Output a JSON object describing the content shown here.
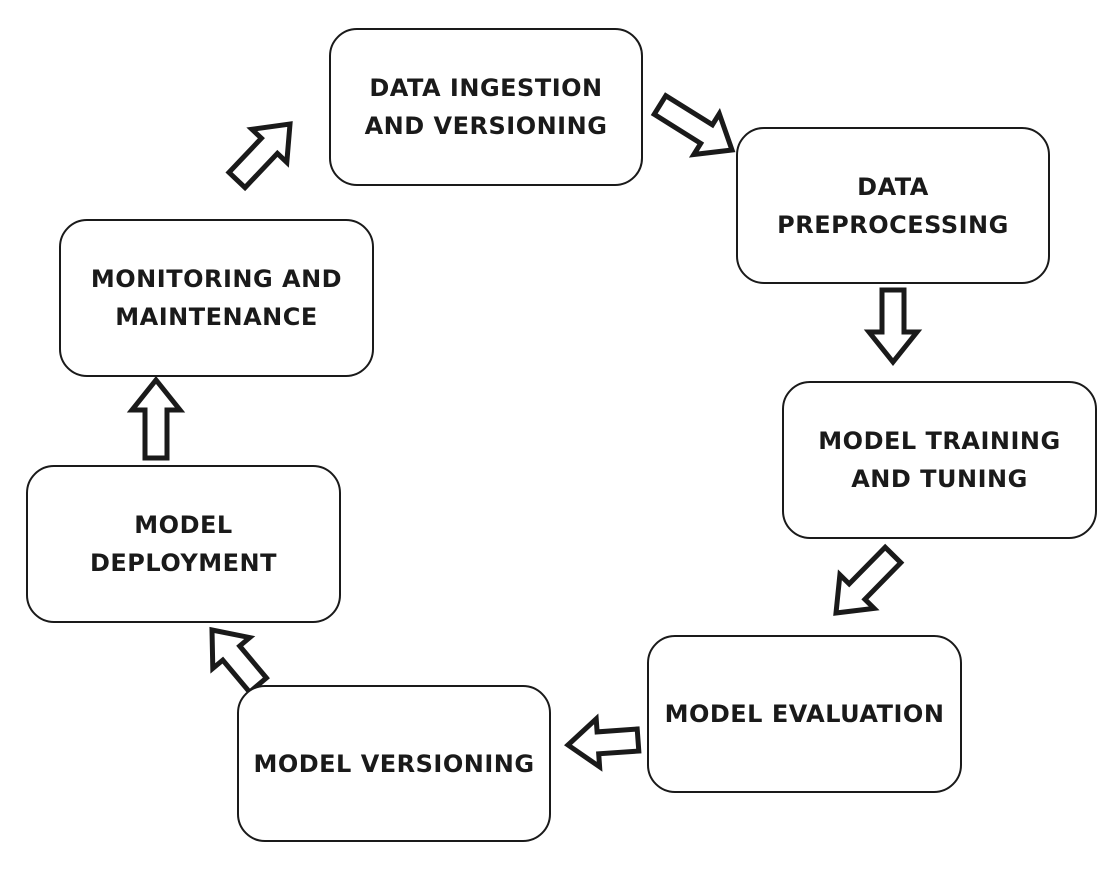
{
  "colors": {
    "stroke": "#1a1a1a",
    "fill": "#ffffff",
    "text": "#1a1a1a"
  },
  "stages": [
    {
      "lines": [
        "DATA INGESTION",
        "AND VERSIONING"
      ]
    },
    {
      "lines": [
        "DATA",
        "PREPROCESSING"
      ]
    },
    {
      "lines": [
        "MODEL TRAINING",
        "AND TUNING"
      ]
    },
    {
      "lines": [
        "MODEL EVALUATION"
      ]
    },
    {
      "lines": [
        "MODEL VERSIONING"
      ]
    },
    {
      "lines": [
        "MODEL",
        "DEPLOYMENT"
      ]
    },
    {
      "lines": [
        "MONITORING AND",
        "MAINTENANCE"
      ]
    }
  ],
  "flow": [
    {
      "from": 0,
      "to": 1
    },
    {
      "from": 1,
      "to": 2
    },
    {
      "from": 2,
      "to": 3
    },
    {
      "from": 3,
      "to": 4
    },
    {
      "from": 4,
      "to": 5
    },
    {
      "from": 5,
      "to": 6
    },
    {
      "from": 6,
      "to": 0
    }
  ]
}
